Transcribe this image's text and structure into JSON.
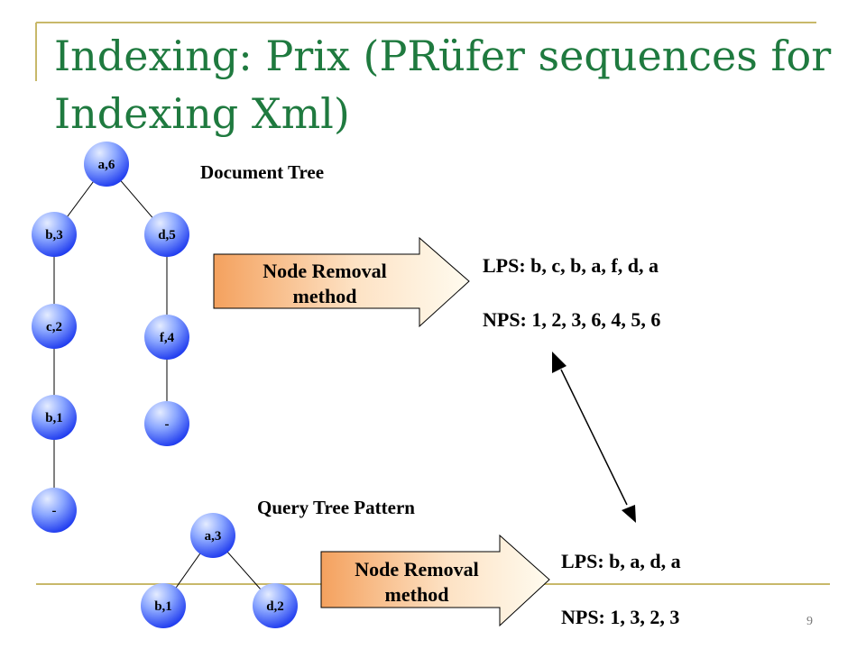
{
  "slide": {
    "title": "Indexing: Prix (PRüfer sequences for Indexing Xml)",
    "number": "9"
  },
  "document_tree": {
    "caption": "Document Tree",
    "nodes": [
      "a,6",
      "b,3",
      "d,5",
      "c,2",
      "f,4",
      "b,1",
      "-",
      "-"
    ]
  },
  "document_arrow": {
    "line1": "Node Removal",
    "line2": "method"
  },
  "document_sequences": {
    "lps": "LPS: b, c, b, a, f, d, a",
    "nps": "NPS: 1, 2, 3, 6, 4, 5, 6"
  },
  "query_tree": {
    "caption": "Query Tree Pattern",
    "nodes": [
      "a,3",
      "b,1",
      "d,2"
    ]
  },
  "query_arrow": {
    "line1": "Node Removal",
    "line2": "method"
  },
  "query_sequences": {
    "lps": "LPS: b, a, d, a",
    "nps": "NPS: 1, 3, 2, 3"
  },
  "colors": {
    "title": "#1f7a3f",
    "rule": "#c8b86a",
    "node_fill_light": "#d9e4ff",
    "node_fill_dark": "#1f3cf0",
    "arrow_fill_start": "#f5a866",
    "arrow_fill_end": "#fff8e6"
  }
}
